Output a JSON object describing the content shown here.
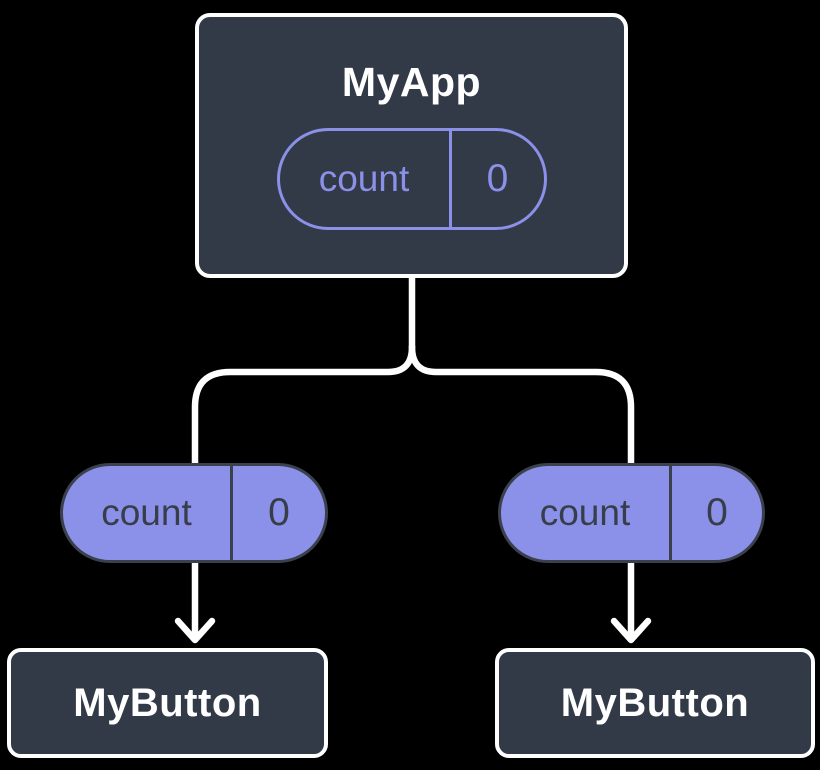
{
  "palette": {
    "background": "#000000",
    "box_fill": "#333A47",
    "box_border": "#FFFFFF",
    "purple": "#8B90E8",
    "pill_dark_border": "#3A404C",
    "pill_dark_text": "#373D49",
    "connector": "#FFFFFF"
  },
  "root_component": {
    "name": "MyApp",
    "state_pill": {
      "label": "count",
      "value": "0"
    }
  },
  "children": [
    {
      "name": "MyButton",
      "prop_pill": {
        "label": "count",
        "value": "0"
      }
    },
    {
      "name": "MyButton",
      "prop_pill": {
        "label": "count",
        "value": "0"
      }
    }
  ]
}
